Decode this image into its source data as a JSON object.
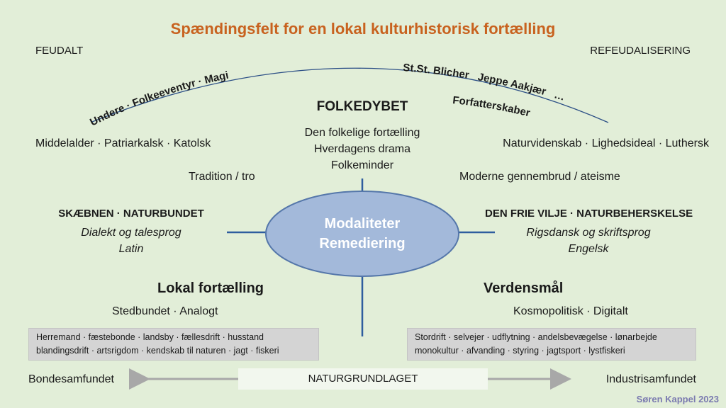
{
  "title": "Spændingsfelt for en lokal kulturhistorisk fortælling",
  "corners": {
    "left": "FEUDALT",
    "right": "REFEUDALISERING"
  },
  "arc_left_label": "Undere · Folkeeventyr · Magi",
  "arc_right_labels": {
    "authors": "St.St. Blicher   Jeppe Aakjær   …",
    "authorship": "Forfatterskaber"
  },
  "top_center": {
    "heading": "FOLKEDYBET",
    "lines": [
      "Den folkelige fortælling",
      "Hverdagens drama",
      "Folkeminder"
    ]
  },
  "upper_left": {
    "line1": "Middelalder · Patriarkalsk · Katolsk",
    "line2": "Tradition / tro"
  },
  "upper_right": {
    "line1": "Naturvidenskab · Lighedsideal · Luthersk",
    "line2": "Moderne gennembrud / ateisme"
  },
  "mid_left": {
    "heading": "SKÆBNEN · NATURBUNDET",
    "lines": [
      "Dialekt og talesprog",
      "Latin"
    ]
  },
  "mid_right": {
    "heading": "DEN FRIE VILJE · NATURBEHERSKELSE",
    "lines": [
      "Rigsdansk og skriftsprog",
      "Engelsk"
    ]
  },
  "ellipse": {
    "line1": "Modaliteter",
    "line2": "Remediering",
    "fill": "#a3b9da",
    "stroke": "#5577aa"
  },
  "lower_left": {
    "heading": "Lokal fortælling",
    "sub": "Stedbundet · Analogt",
    "box_lines": [
      "Herremand · fæstebonde · landsby · fællesdrift · husstand",
      "blandingsdrift · artsrigdom · kendskab til naturen · jagt · fiskeri"
    ]
  },
  "lower_right": {
    "heading": "Verdensmål",
    "sub": "Kosmopolitisk · Digitalt",
    "box_lines": [
      "Stordrift · selvejer · udflytning · andelsbevægelse · lønarbejde",
      "monokultur · afvanding · styring · jagtsport · lystfiskeri"
    ]
  },
  "bottom": {
    "left": "Bondesamfundet",
    "center": "NATURGRUNDLAGET",
    "right": "Industrisamfundet"
  },
  "signature": "Søren Kappel 2023",
  "colors": {
    "background": "#e2eed8",
    "title": "#c8621f",
    "axis": "#2e5d9e",
    "arrow": "#a8a8a8"
  }
}
